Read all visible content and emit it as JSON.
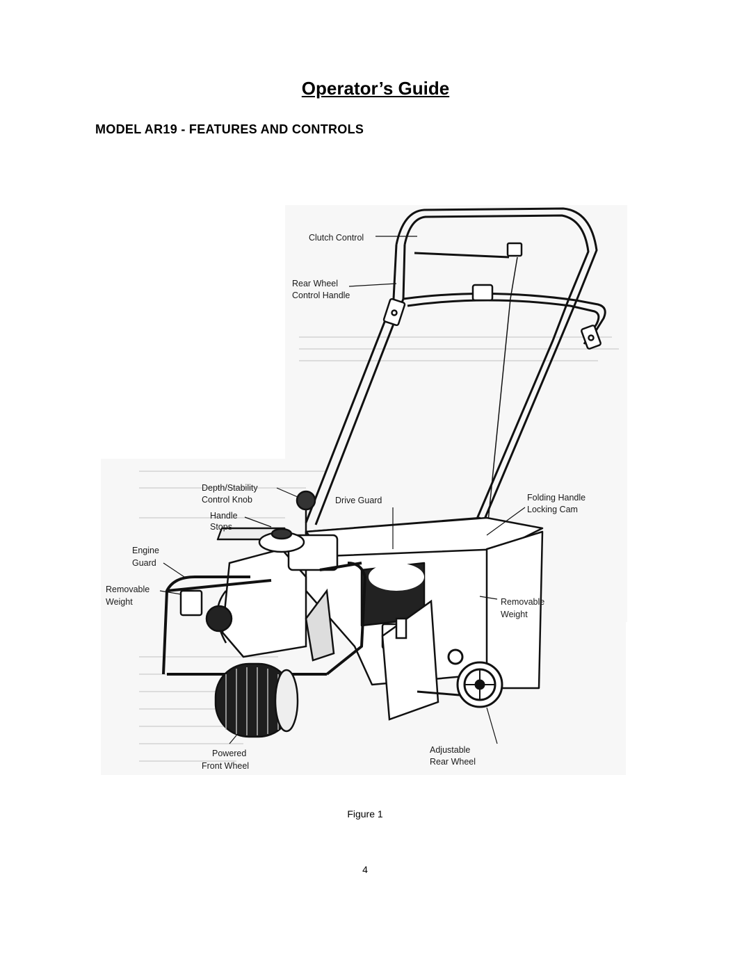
{
  "page": {
    "title": "Operator’s Guide",
    "subtitle": "MODEL AR19 - FEATURES AND CONTROLS",
    "caption": "Figure 1",
    "page_number": "4"
  },
  "figure": {
    "callouts": {
      "clutch_control": "Clutch Control",
      "rear_wheel_1": "Rear Wheel",
      "rear_wheel_2": "Control Handle",
      "depth_1": "Depth/Stability",
      "depth_2": "Control Knob",
      "handle_stops_1": "Handle",
      "handle_stops_2": "Stops",
      "drive_guard": "Drive Guard",
      "folding_1": "Folding Handle",
      "folding_2": "Locking Cam",
      "engine_1": "Engine",
      "engine_2": "Guard",
      "weight_left_1": "Removable",
      "weight_left_2": "Weight",
      "weight_right_1": "Removable",
      "weight_right_2": "Weight",
      "adjustable_1": "Adjustable",
      "adjustable_2": "Rear Wheel",
      "powered_1": "Powered",
      "powered_2": "Front Wheel"
    }
  }
}
